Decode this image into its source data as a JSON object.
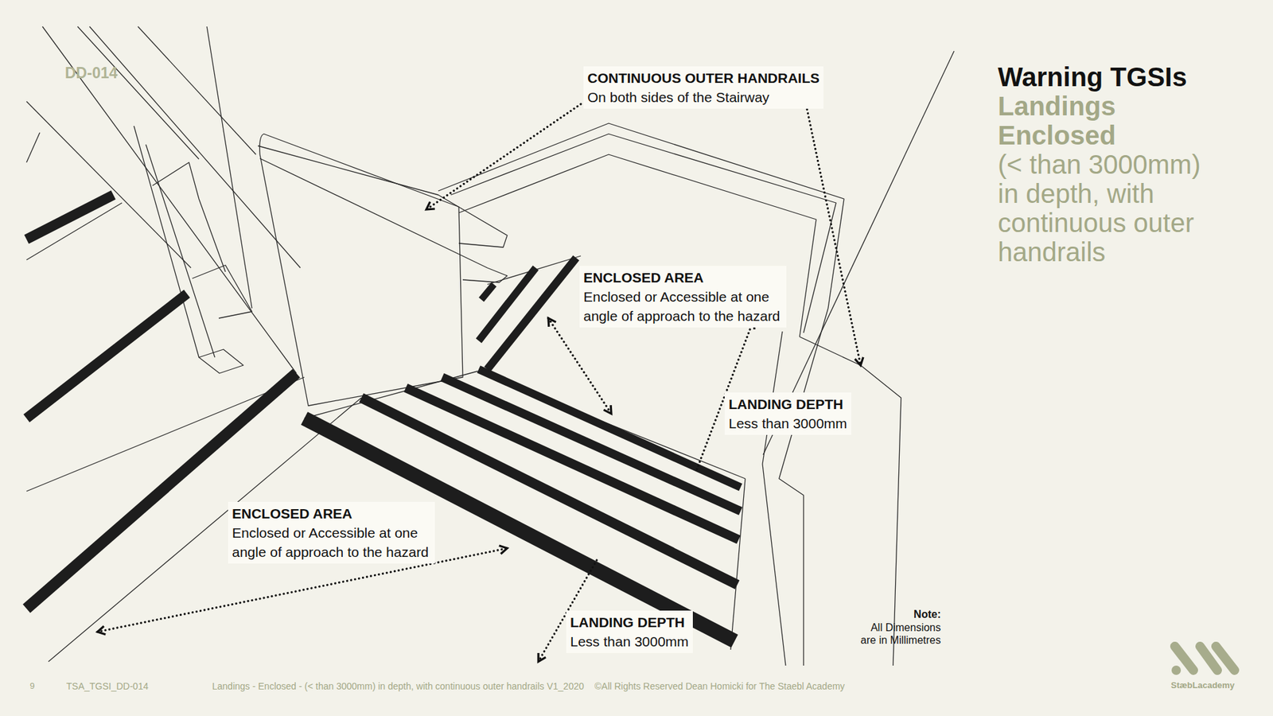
{
  "diagram": {
    "title": "Warning TGSIs",
    "nodes": [
      {
        "text": [
          "CONTINUOUS OUTER HANDRAILS",
          "On both sides of the Stairway"
        ]
      },
      {
        "text": [
          "ENCLOSED AREA",
          "Enclosed or Accessible at one angle of approach to the hazard"
        ]
      },
      {
        "text": [
          "LANDING DEPTH",
          "Less than 3000mm"
        ]
      },
      {
        "text": [
          "ENCLOSED AREA",
          "Enclosed or Accessible at one angle of approach to the hazard"
        ]
      },
      {
        "text": [
          "LANDING DEPTH",
          "Less than 3000mm"
        ]
      }
    ],
    "labels": [
      "DD-014",
      "Landings Enclosed",
      "(< than 3000mm) in depth, with continuous outer handrails",
      "Note:",
      "All Dimensions are in Millimetres",
      "9",
      "TSA_TGSI_DD-014",
      "Landings - Enclosed - (< than 3000mm) in depth, with continuous outer handrails V1_2020",
      "©All Rights Reserved Dean Homicki for The Staebl Academy",
      "StæbLacademy"
    ]
  }
}
